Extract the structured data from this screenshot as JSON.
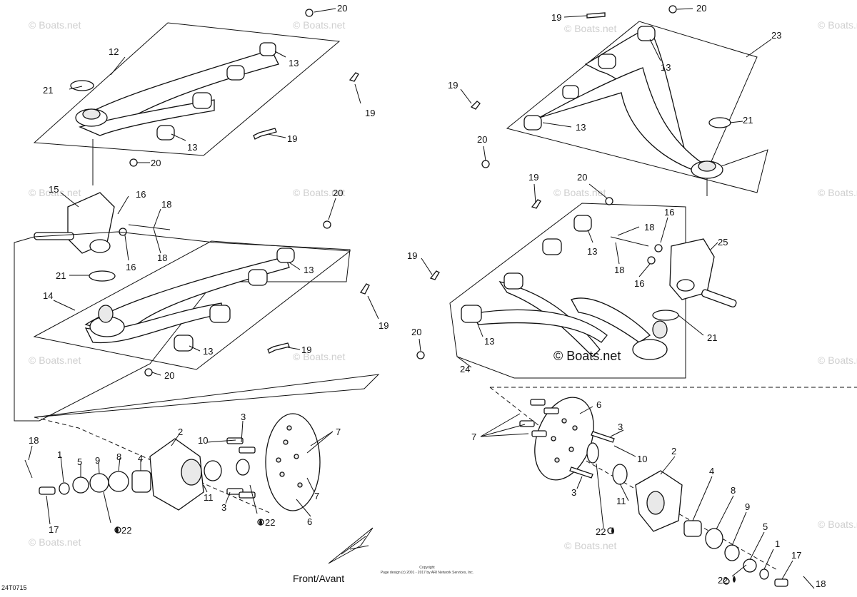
{
  "diagram": {
    "watermark": "© Boats.net",
    "stamp": "© Boats.net",
    "front_label": "Front/Avant",
    "copyright_title": "Copyright",
    "copyright_line": "Page design (c) 2001 - 2017 by ARI Network Services, Inc.",
    "drawing_code": "24T0715",
    "part_numbers": [
      "1",
      "2",
      "3",
      "4",
      "5",
      "6",
      "7",
      "8",
      "9",
      "10",
      "11",
      "12",
      "13",
      "14",
      "15",
      "16",
      "17",
      "18",
      "19",
      "20",
      "21",
      "22",
      "23",
      "24",
      "25"
    ],
    "grease_note": "22"
  }
}
